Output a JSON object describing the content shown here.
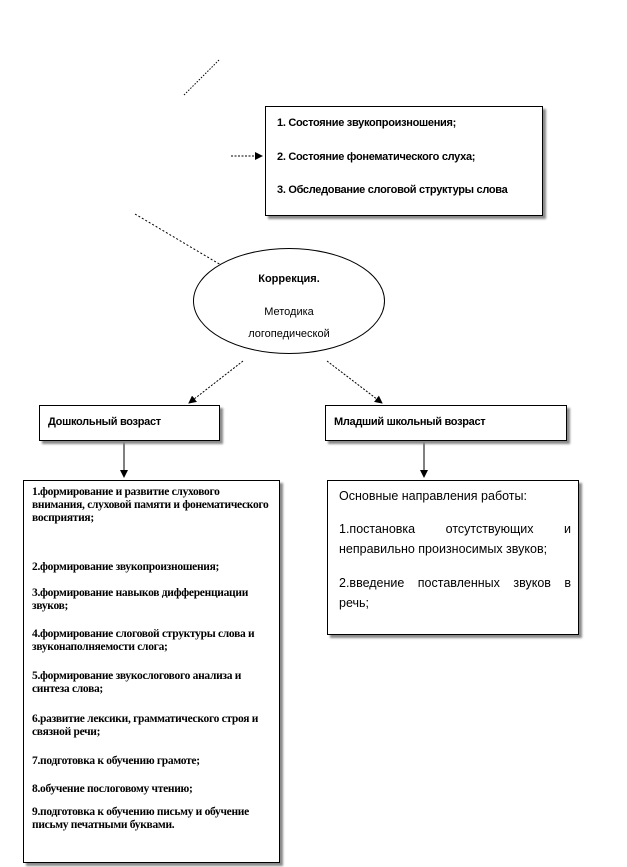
{
  "speech_exam": {
    "items": [
      "1. Состояние звукопроизношения;",
      "2. Состояние фонематического слуха;",
      "3. Обследование слоговой структуры слова"
    ]
  },
  "center": {
    "title": "Коррекция.",
    "line1": "Методика",
    "line2": "логопедической"
  },
  "preschool": {
    "header": "Дошкольный возраст",
    "items": [
      "1.формирование и развитие слухового внимания, слуховой памяти и фонематического восприятия;",
      "2.формирование звукопроизношения;",
      "3.формирование навыков дифференциации звуков;",
      "4.формирование слоговой структуры слова и звуконаполняемости слога;",
      "5.формирование звукослогового анализа и синтеза слова;",
      "6.развитие лексики, грамматического строя и связной речи;",
      "7.подготовка к обучению грамоте;",
      "8.обучение послоговому чтению;",
      "9.подготовка к обучению письму и обучение письму печатными буквами."
    ]
  },
  "school": {
    "header": "Младший школьный возраст",
    "intro": "Основные направления работы:",
    "items": [
      "1.постановка отсутствующих и неправильно произносимых звуков;",
      "2.введение поставленных звуков в речь;"
    ]
  }
}
